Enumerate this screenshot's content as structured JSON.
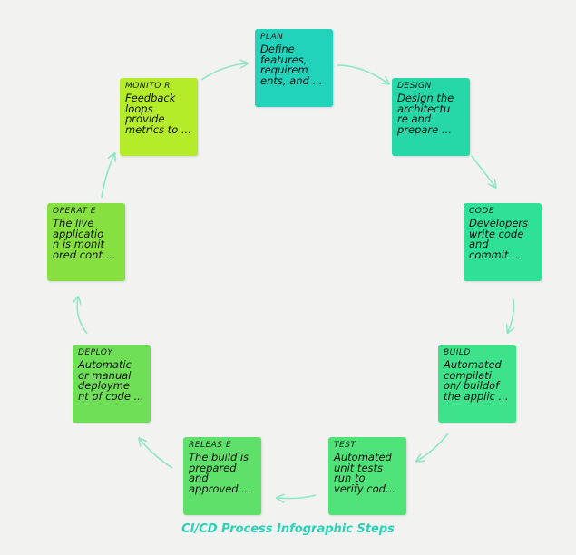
{
  "diagram": {
    "title": "CI/CD Process Infographic Steps",
    "title_color": "#2bd0b6",
    "arrow_color": "#8fe6c4",
    "steps": [
      {
        "id": "plan",
        "title": "PLAN",
        "text": "Define\nfeatures,\nrequirem\nents, and ...",
        "color": "#22d3bb"
      },
      {
        "id": "design",
        "title": "DESIGN",
        "text": "Design the\narchitectu\nre and\nprepare ...",
        "color": "#26d8a8"
      },
      {
        "id": "code",
        "title": "CODE",
        "text": "Developers\nwrite code\nand\ncommit ...",
        "color": "#2fe097"
      },
      {
        "id": "build",
        "title": "BUILD",
        "text": "Automated\ncompilati\non/ buildof\nthe applic ...",
        "color": "#3de28a"
      },
      {
        "id": "test",
        "title": "TEST",
        "text": "Automated\nunit tests\nrun to\nverify cod...",
        "color": "#4fe278"
      },
      {
        "id": "release",
        "title": "RELEAS E",
        "text": "The build is\nprepared\nand\napproved ...",
        "color": "#5fe06a"
      },
      {
        "id": "deploy",
        "title": "DEPLOY",
        "text": "Automatic\nor manual\ndeployme\nnt of code ...",
        "color": "#6fdf58"
      },
      {
        "id": "operate",
        "title": "OPERAT E",
        "text": "The live\napplicatio\nn is monit\nored cont ...",
        "color": "#86e140"
      },
      {
        "id": "monitor",
        "title": "MONITO R",
        "text": "Feedback\nloops\nprovide\nmetrics to ...",
        "color": "#b4ec2a"
      }
    ]
  }
}
